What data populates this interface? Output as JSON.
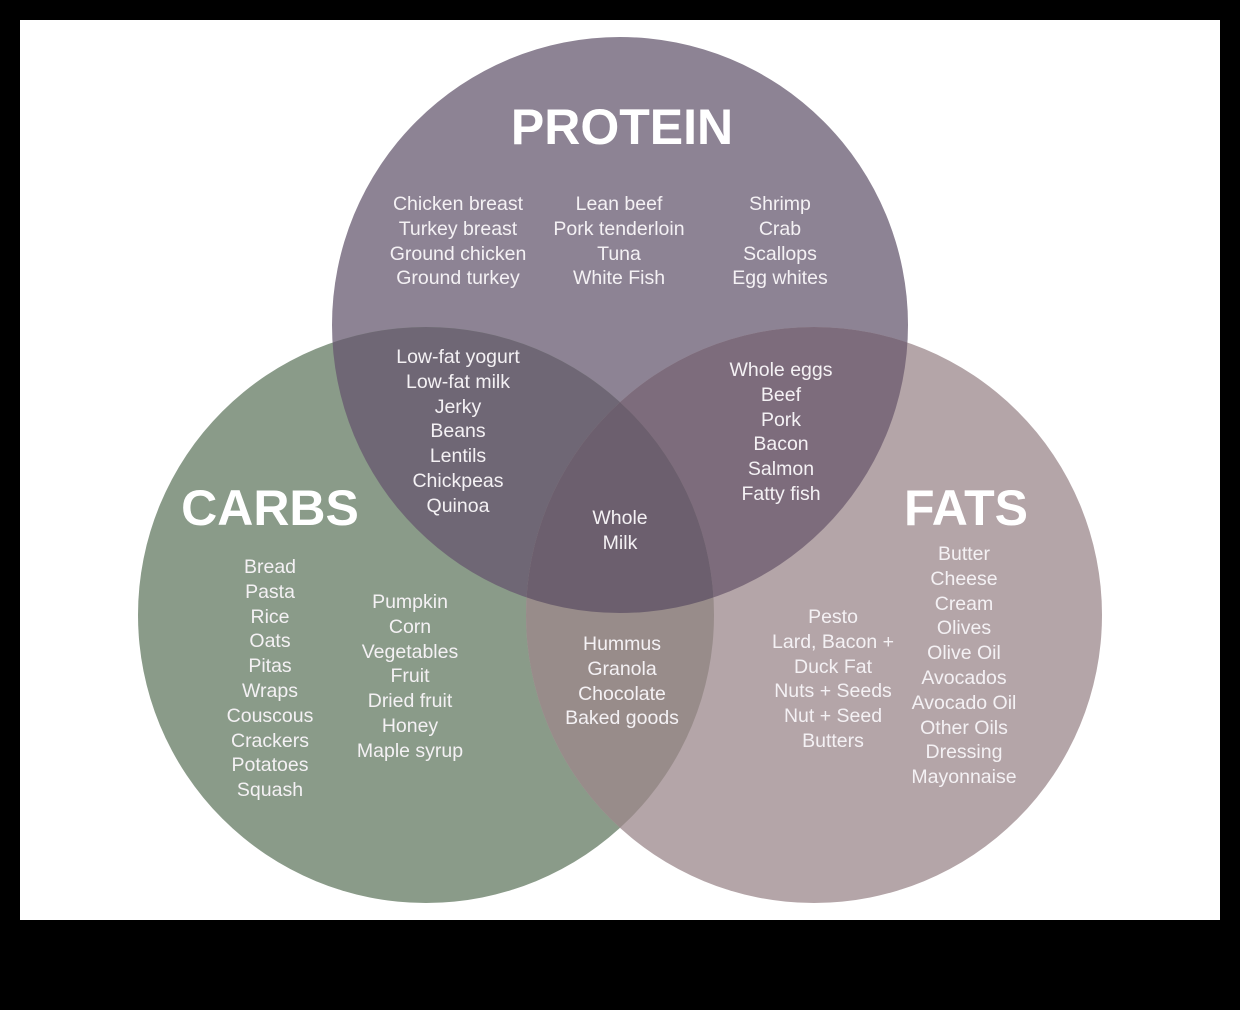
{
  "colors": {
    "protein": "#8d8394",
    "carbs": "#8a9b89",
    "fats": "#b4a5a8",
    "protein_carbs": "#6f6775",
    "protein_fats": "#7d6c7c",
    "carbs_fats": "#988c8a",
    "center": "#6c5f6e"
  },
  "titles": {
    "protein": "PROTEIN",
    "carbs": "CARBS",
    "fats": "FATS"
  },
  "protein_only": {
    "col1": [
      "Chicken breast",
      "Turkey breast",
      "Ground chicken",
      "Ground turkey"
    ],
    "col2": [
      "Lean beef",
      "Pork tenderloin",
      "Tuna",
      "White Fish"
    ],
    "col3": [
      "Shrimp",
      "Crab",
      "Scallops",
      "Egg whites"
    ]
  },
  "protein_carbs": [
    "Low-fat yogurt",
    "Low-fat milk",
    "Jerky",
    "Beans",
    "Lentils",
    "Chickpeas",
    "Quinoa"
  ],
  "protein_fats": [
    "Whole eggs",
    "Beef",
    "Pork",
    "Bacon",
    "Salmon",
    "Fatty fish"
  ],
  "center": [
    "Whole",
    "Milk"
  ],
  "carbs_only": {
    "col1": [
      "Bread",
      "Pasta",
      "Rice",
      "Oats",
      "Pitas",
      "Wraps",
      "Couscous",
      "Crackers",
      "Potatoes",
      "Squash"
    ],
    "col2": [
      "Pumpkin",
      "Corn",
      "Vegetables",
      "Fruit",
      "Dried fruit",
      "Honey",
      "Maple syrup"
    ]
  },
  "carbs_fats": [
    "Hummus",
    "Granola",
    "Chocolate",
    "Baked goods"
  ],
  "fats_only": {
    "col1": [
      "Pesto",
      "Lard, Bacon +",
      "Duck Fat",
      "Nuts + Seeds",
      "Nut + Seed",
      "Butters"
    ],
    "col2": [
      "Butter",
      "Cheese",
      "Cream",
      "Olives",
      "Olive Oil",
      "Avocados",
      "Avocado Oil",
      "Other Oils",
      "Dressing",
      "Mayonnaise"
    ]
  }
}
